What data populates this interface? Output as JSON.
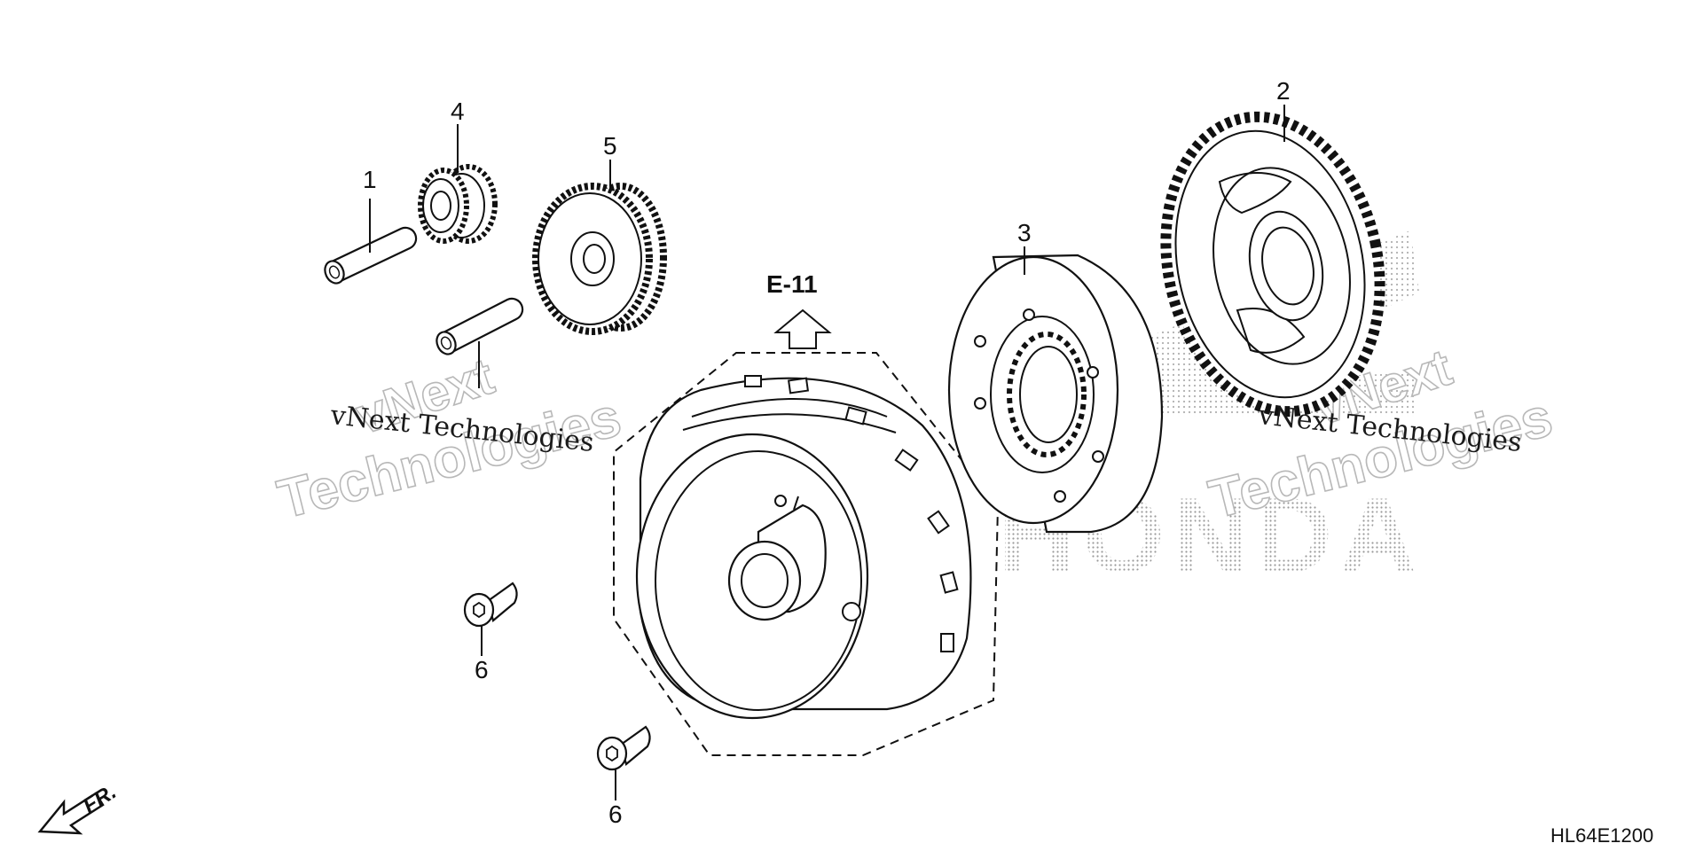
{
  "callouts": [
    {
      "id": "1",
      "label": "1"
    },
    {
      "id": "2",
      "label": "2"
    },
    {
      "id": "3",
      "label": "3"
    },
    {
      "id": "4",
      "label": "4"
    },
    {
      "id": "5",
      "label": "5"
    },
    {
      "id": "6a",
      "label": "6"
    },
    {
      "id": "6b",
      "label": "6"
    }
  ],
  "reference": {
    "label": "E-11"
  },
  "watermarks": {
    "text_left": "vNext Technologies",
    "text_right": "vNext Technologies",
    "outline_left_top": "vNext",
    "outline_left_bottom": "Technologies",
    "outline_right_top": "vNext",
    "outline_right_bottom": "Technologies",
    "brand": "HONDA"
  },
  "front_marker": {
    "label": "FR."
  },
  "diagram_code": "HL64E1200",
  "icons": [
    "front-direction-arrow-icon",
    "reference-arrow-icon"
  ]
}
